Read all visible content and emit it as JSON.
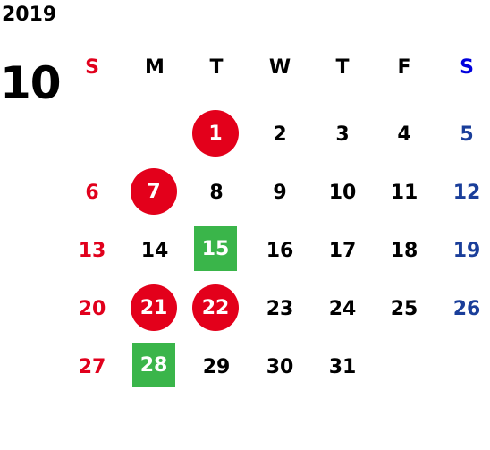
{
  "calendar": {
    "year": "2019",
    "month": "10",
    "weekdays": [
      "S",
      "M",
      "T",
      "W",
      "T",
      "F",
      "S"
    ],
    "weeks": [
      [
        "",
        "",
        "1",
        "2",
        "3",
        "4",
        "5"
      ],
      [
        "6",
        "7",
        "8",
        "9",
        "10",
        "11",
        "12"
      ],
      [
        "13",
        "14",
        "15",
        "16",
        "17",
        "18",
        "19"
      ],
      [
        "20",
        "21",
        "22",
        "23",
        "24",
        "25",
        "26"
      ],
      [
        "27",
        "28",
        "29",
        "30",
        "31",
        "",
        ""
      ]
    ]
  },
  "colors": {
    "sunday": "#e1001c",
    "saturday": "#1a3e9a",
    "holiday_circle": "#e3001b",
    "event_square": "#3ab54a"
  },
  "highlights": {
    "holiday_circle": [
      "1",
      "7",
      "21",
      "22"
    ],
    "event_square": [
      "15",
      "28"
    ]
  }
}
